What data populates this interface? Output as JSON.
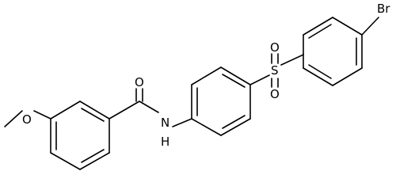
{
  "molecule": {
    "atoms": {
      "o_carbonyl": "O",
      "n_amide": "N",
      "h_amide": "H",
      "o_methoxy": "O",
      "s_sulfonyl": "S",
      "o_sulfonyl_top": "O",
      "o_sulfonyl_bottom": "O",
      "bromine": "Br"
    }
  }
}
